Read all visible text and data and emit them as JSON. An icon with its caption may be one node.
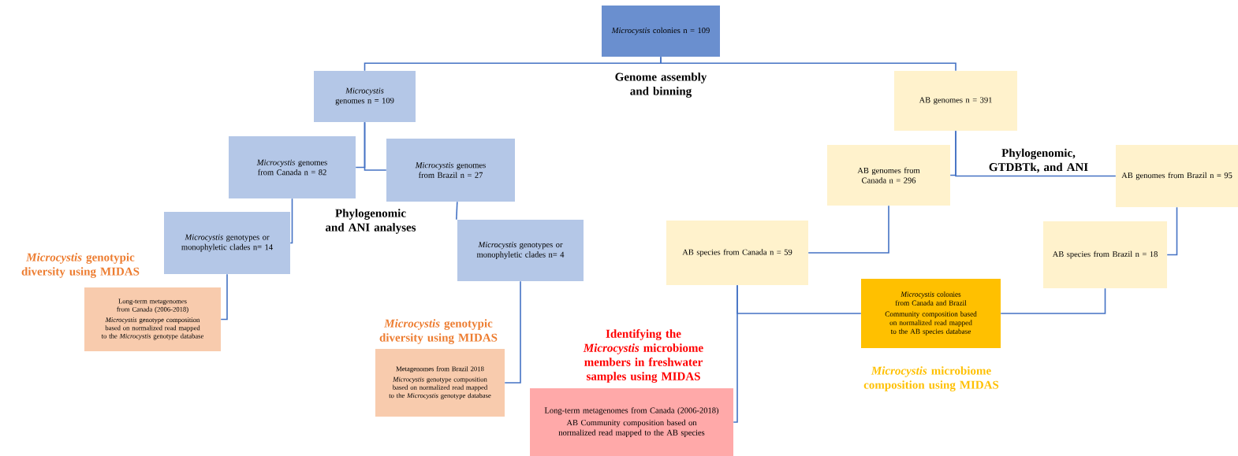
{
  "diagram": {
    "nodes": [
      {
        "text": [
          "*Microcystis* colonies n = 109"
        ]
      },
      {
        "text": [
          "*Microcystis* genomes n = 109"
        ]
      },
      {
        "text": [
          "AB genomes n = 391"
        ]
      },
      {
        "text": [
          "*Microcystis* genomes from Canada n = 82"
        ]
      },
      {
        "text": [
          "*Microcystis* genomes from Brazil n = 27"
        ]
      },
      {
        "text": [
          "AB genomes from Canada n = 296"
        ]
      },
      {
        "text": [
          "AB genomes from Brazil n = 95"
        ]
      },
      {
        "text": [
          "*Microcystis* genotypes or monophyletic clades n= 14"
        ]
      },
      {
        "text": [
          "*Microcystis* genotypes or monophyletic clades n= 4"
        ]
      },
      {
        "text": [
          "AB species from Canada n = 59"
        ]
      },
      {
        "text": [
          "AB species from Brazil n = 18"
        ]
      },
      {
        "text": [
          "Long-term metagenomes from Canada (2006-2018)",
          "*Microcystis* genotype composition based on normalized read mapped to the *Microcystis* genotype database"
        ]
      },
      {
        "text": [
          "*Microcystis* colonies from Canada and Brazil",
          "Community composition based on normalized read mapped to the AB species database"
        ]
      },
      {
        "text": [
          "Metagenomes from Brazil 2018",
          "*Microcystis* genotype composition based on normalized read mapped to the *Microcystis* genotype database"
        ]
      },
      {
        "text": [
          "Long-term metagenomes from Canada (2006-2018)",
          "AB Community composition based on normalized read mapped to the AB species"
        ]
      }
    ],
    "edges": [
      {
        "from": 0,
        "to": 1,
        "arrow": "none"
      },
      {
        "from": 0,
        "to": 2,
        "arrow": "none"
      },
      {
        "from": 1,
        "to": 3,
        "arrow": "none"
      },
      {
        "from": 1,
        "to": 4,
        "arrow": "none"
      },
      {
        "from": 2,
        "to": 5,
        "arrow": "none"
      },
      {
        "from": 2,
        "to": 6,
        "arrow": "none"
      },
      {
        "from": 3,
        "to": 7,
        "arrow": "none"
      },
      {
        "from": 4,
        "to": 8,
        "arrow": "none"
      },
      {
        "from": 5,
        "to": 9,
        "arrow": "none"
      },
      {
        "from": 6,
        "to": 10,
        "arrow": "none"
      },
      {
        "from": 7,
        "to": 11,
        "arrow": "none"
      },
      {
        "from": 8,
        "to": 13,
        "arrow": "none"
      },
      {
        "from": 9,
        "to": 12,
        "arrow": "none"
      },
      {
        "from": 9,
        "to": 14,
        "arrow": "none"
      },
      {
        "from": 10,
        "to": 12,
        "arrow": "none"
      }
    ],
    "labels": [
      "Genome assembly and binning",
      "Phylogenomic and ANI analyses",
      "Phylogenomic, GTDBTk, and ANI",
      "*Microcystis* genotypic diversity using MIDAS",
      "*Microcystis* genotypic diversity using MIDAS",
      "Identifying the *Microcystis* microbiome members in freshwater samples using MIDAS",
      "*Microcystis* microbiome composition using MIDAS"
    ]
  }
}
